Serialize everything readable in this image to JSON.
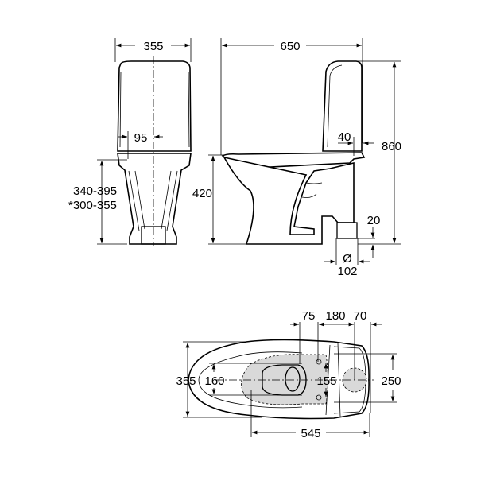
{
  "front_view": {
    "width_label": "355",
    "offset_label": "95",
    "height_label_1": "340-395",
    "height_label_2": "*300-355"
  },
  "side_view": {
    "length_label": "650",
    "seat_height_label": "420",
    "total_height_label": "860",
    "tank_overhang_label": "40",
    "outlet_height_label": "20",
    "outlet_diameter_symbol": "Ø",
    "outlet_diameter_label": "102"
  },
  "top_view": {
    "width_label": "355",
    "seat_width_label": "160",
    "bolt_spacing_label": "155",
    "outlet_span_label": "250",
    "dim_75_label": "75",
    "dim_180_label": "180",
    "dim_70_label": "70",
    "length_label": "545"
  }
}
